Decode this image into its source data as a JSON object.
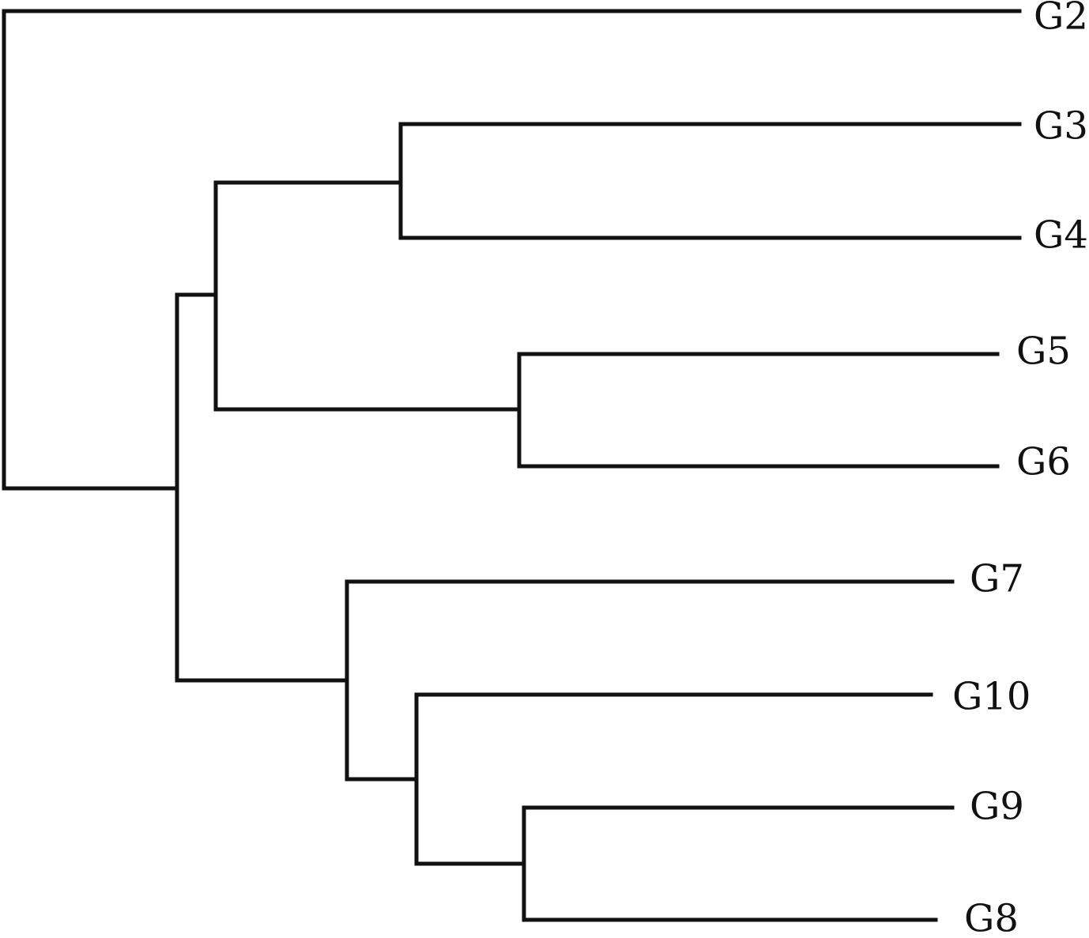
{
  "tree": {
    "type": "dendrogram",
    "leaves": [
      {
        "id": "G2",
        "label": "G2"
      },
      {
        "id": "G3",
        "label": "G3"
      },
      {
        "id": "G4",
        "label": "G4"
      },
      {
        "id": "G5",
        "label": "G5"
      },
      {
        "id": "G6",
        "label": "G6"
      },
      {
        "id": "G7",
        "label": "G7"
      },
      {
        "id": "G10",
        "label": "G10"
      },
      {
        "id": "G9",
        "label": "G9"
      },
      {
        "id": "G8",
        "label": "G8"
      }
    ],
    "clades": [
      [
        "G2",
        [
          [
            [
              "G3",
              "G4"
            ],
            [
              "G5",
              "G6"
            ]
          ],
          [
            "G7",
            [
              "G10",
              [
                "G9",
                "G8"
              ]
            ]
          ]
        ]
      ]
    ],
    "colors": {
      "line": "#111111",
      "background": "#ffffff"
    }
  }
}
